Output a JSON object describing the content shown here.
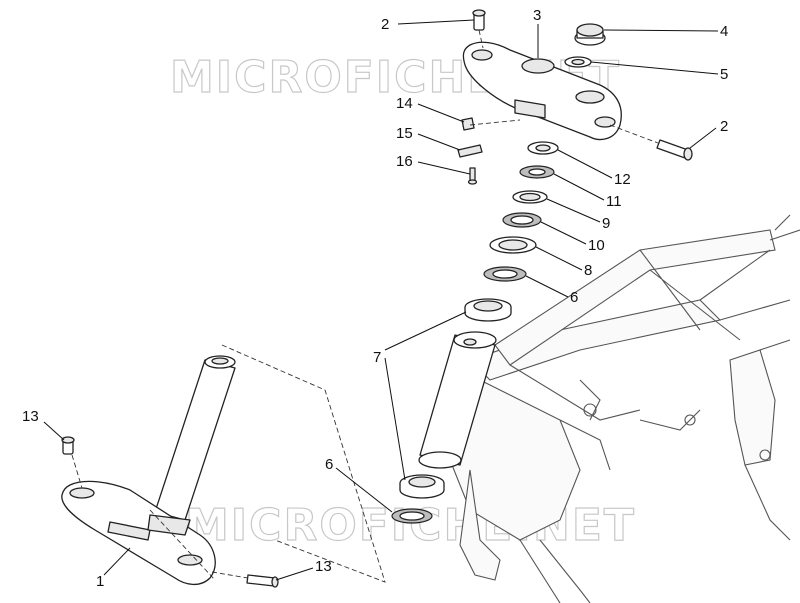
{
  "watermark": {
    "text": "MICROFICHE.NET"
  },
  "callouts": [
    {
      "id": "c1",
      "label": "1"
    },
    {
      "id": "c2a",
      "label": "2"
    },
    {
      "id": "c2b",
      "label": "2"
    },
    {
      "id": "c3",
      "label": "3"
    },
    {
      "id": "c4",
      "label": "4"
    },
    {
      "id": "c5",
      "label": "5"
    },
    {
      "id": "c6a",
      "label": "6"
    },
    {
      "id": "c6b",
      "label": "6"
    },
    {
      "id": "c7",
      "label": "7"
    },
    {
      "id": "c8",
      "label": "8"
    },
    {
      "id": "c9",
      "label": "9"
    },
    {
      "id": "c10",
      "label": "10"
    },
    {
      "id": "c11",
      "label": "11"
    },
    {
      "id": "c12",
      "label": "12"
    },
    {
      "id": "c13a",
      "label": "13"
    },
    {
      "id": "c13b",
      "label": "13"
    },
    {
      "id": "c14",
      "label": "14"
    },
    {
      "id": "c15",
      "label": "15"
    },
    {
      "id": "c16",
      "label": "16"
    }
  ]
}
